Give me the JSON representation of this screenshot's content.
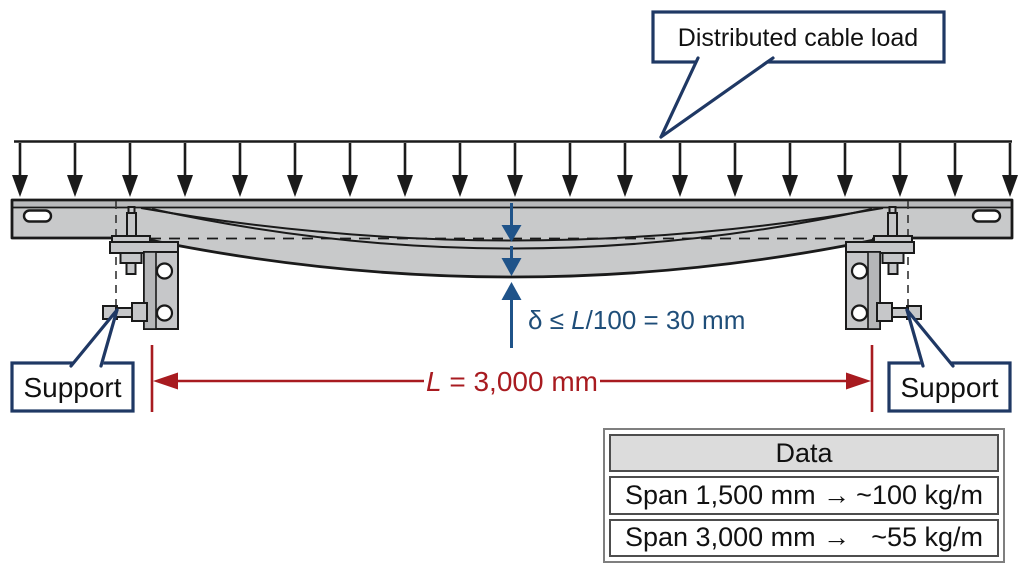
{
  "callouts": {
    "distributed_load": "Distributed cable load",
    "support_left": "Support",
    "support_right": "Support"
  },
  "deflection": {
    "prefix": "δ ≤ ",
    "L": "L",
    "suffix": "/100 = 30 mm"
  },
  "dimension": {
    "L": "L",
    "suffix": " = 3,000 mm"
  },
  "load": {
    "arrow_count": 19
  },
  "data_table": {
    "title": "Data",
    "rows": [
      {
        "label": "Span 1,500 mm →",
        "value": "~100 kg/m"
      },
      {
        "label": "Span 3,000 mm →",
        "value": "~55 kg/m"
      }
    ]
  },
  "colors": {
    "navy_border": "#1f3864",
    "deflection_blue": "#1f5389",
    "dimension_red": "#a81b20",
    "beam_gray": "#c8c9ca",
    "table_header_gray": "#dcdcdc"
  }
}
